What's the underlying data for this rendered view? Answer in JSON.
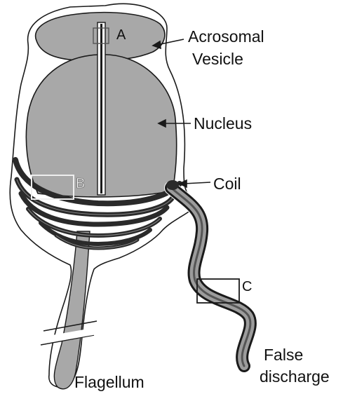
{
  "labels": {
    "acrosomal_line1": "Acrosomal",
    "acrosomal_line2": "Vesicle",
    "nucleus": "Nucleus",
    "coil": "Coil",
    "flagellum": "Flagellum",
    "false_line1": "False",
    "false_line2": "discharge"
  },
  "boxes": {
    "a": "A",
    "b": "B",
    "c": "C"
  },
  "colors": {
    "fill_gray": "#a8a8a8",
    "dark": "#2a2a2a",
    "outline": "#1a1a1a",
    "coil_gray": "#3c3c3c",
    "background": "#ffffff"
  }
}
